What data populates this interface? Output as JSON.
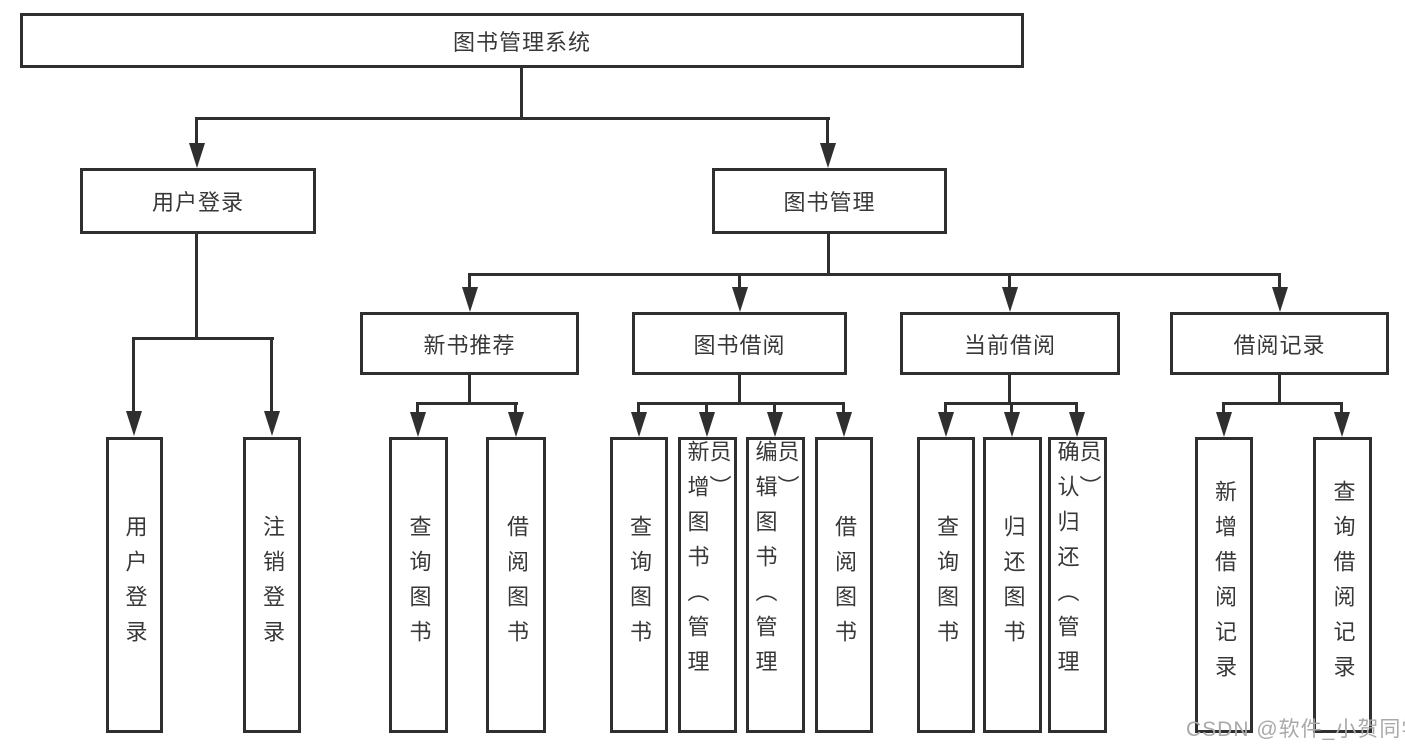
{
  "tree": {
    "root": {
      "label": "图书管理系统"
    },
    "level2": [
      {
        "label": "用户登录"
      },
      {
        "label": "图书管理"
      }
    ],
    "level3": [
      {
        "label": "新书推荐"
      },
      {
        "label": "图书借阅"
      },
      {
        "label": "当前借阅"
      },
      {
        "label": "借阅记录"
      }
    ],
    "leaves_user_login": [
      {
        "label": "用户登录"
      },
      {
        "label": "注销登录"
      }
    ],
    "leaves_new_book": [
      {
        "label": "查询图书"
      },
      {
        "label": "借阅图书"
      }
    ],
    "leaves_book_borrow": [
      {
        "label": "查询图书"
      },
      {
        "label": "新增图书（管理员）"
      },
      {
        "label": "编辑图书（管理员）"
      },
      {
        "label": "借阅图书"
      }
    ],
    "leaves_current_borrow": [
      {
        "label": "查询图书"
      },
      {
        "label": "归还图书"
      },
      {
        "label": "确认归还（管理员）"
      }
    ],
    "leaves_borrow_record": [
      {
        "label": "新增借阅记录"
      },
      {
        "label": "查询借阅记录"
      }
    ]
  },
  "watermark": "CSDN @软件_小贺同学",
  "colors": {
    "line": "#2f2f2f",
    "text": "#383838",
    "watermark": "#a9a9a9",
    "background": "#ffffff"
  }
}
